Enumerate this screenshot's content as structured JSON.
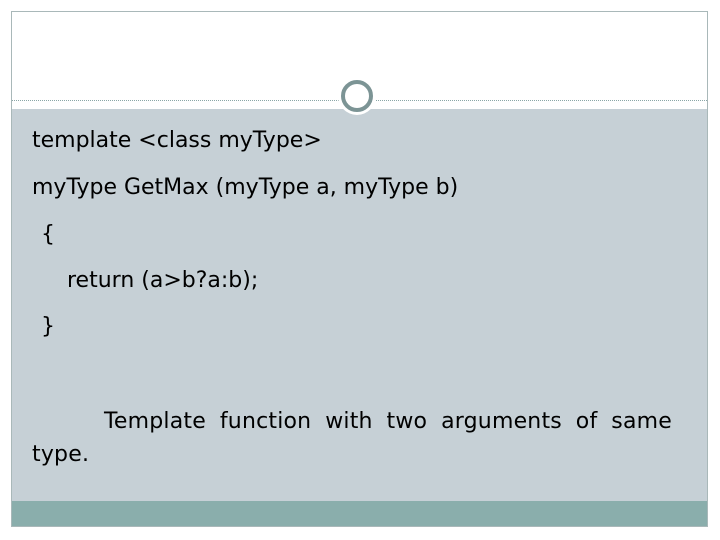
{
  "slide": {
    "code_lines": [
      "template <class myType>",
      "myType GetMax (myType a, myType b)",
      "{",
      "return (a>b?a:b);",
      "}"
    ],
    "description": "Template function with two arguments of same type."
  },
  "colors": {
    "content_background": "#c6d0d6",
    "footer_bar": "#8aaeac",
    "ornament_ring": "#7c9495"
  }
}
